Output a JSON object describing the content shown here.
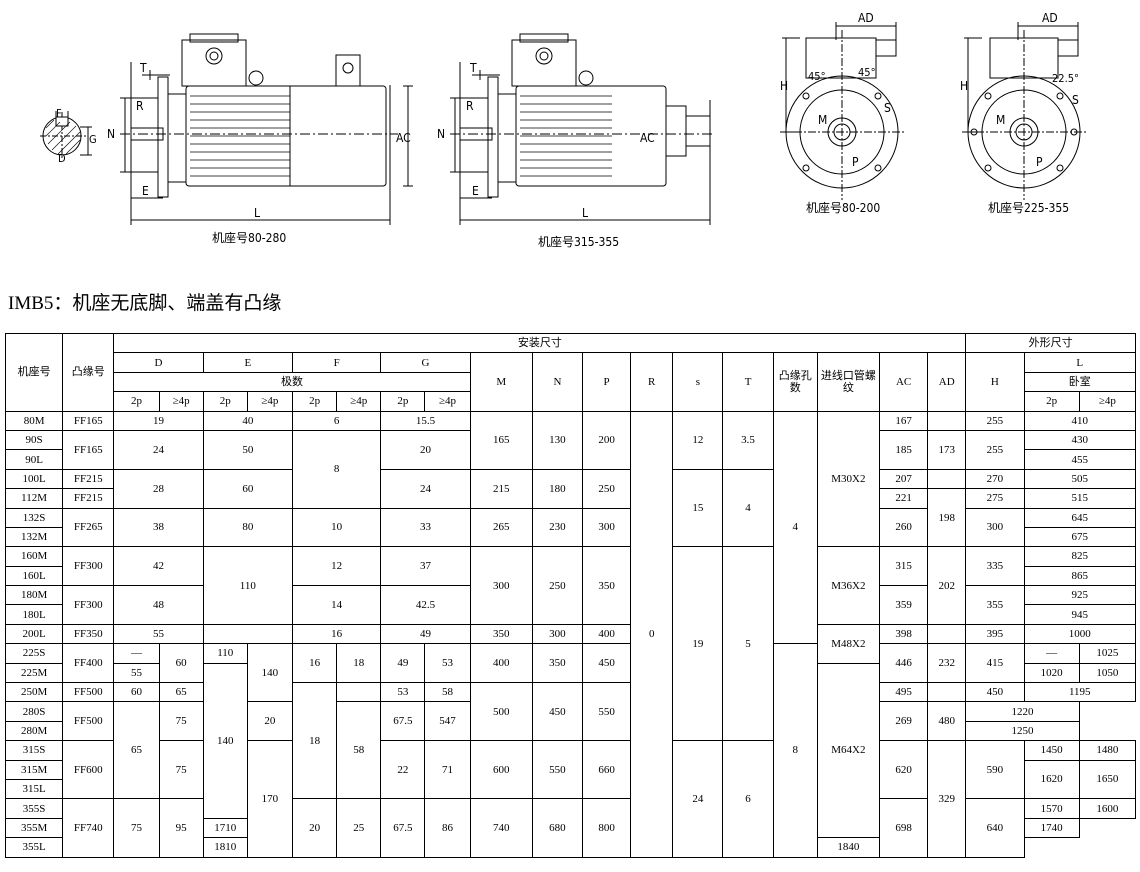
{
  "drawings": {
    "view1": {
      "caption": "机座号80-280",
      "labels": {
        "T": "T",
        "R": "R",
        "N": "N",
        "E": "E",
        "L": "L",
        "AC": "AC"
      }
    },
    "view2": {
      "caption": "机座号315-355",
      "labels": {
        "T": "T",
        "R": "R",
        "N": "N",
        "E": "E",
        "L": "L",
        "AC": "AC"
      }
    },
    "view3": {
      "caption": "机座号80-200",
      "labels": {
        "AD": "AD",
        "H": "H",
        "M": "M",
        "S": "S",
        "P": "P",
        "a1": "45°",
        "a2": "45°"
      }
    },
    "view4": {
      "caption": "机座号225-355",
      "labels": {
        "AD": "AD",
        "H": "H",
        "M": "M",
        "S": "S",
        "P": "P",
        "a1": "22.5°"
      }
    },
    "shaft": {
      "labels": {
        "F": "F",
        "G": "G",
        "D": "D"
      }
    }
  },
  "title": "IMB5：机座无底脚、端盖有凸缘",
  "table": {
    "headers": {
      "frame": "机座号",
      "flange": "凸缘号",
      "install": "安装尺寸",
      "outline": "外形尺寸",
      "D": "D",
      "E": "E",
      "F": "F",
      "G": "G",
      "poles": "极数",
      "M": "M",
      "N": "N",
      "P": "P",
      "R": "R",
      "s": "s",
      "T": "T",
      "holes": "凸缘孔数",
      "thread": "进线口管螺纹",
      "AC": "AC",
      "AD": "AD",
      "H": "H",
      "L": "L",
      "horizontal": "卧室",
      "p2": "2p",
      "p4": "≥4p"
    },
    "frames": [
      "80M",
      "90S",
      "90L",
      "100L",
      "112M",
      "132S",
      "132M",
      "160M",
      "160L",
      "180M",
      "180L",
      "200L",
      "225S",
      "225M",
      "250M",
      "280S",
      "280M",
      "315S",
      "315M",
      "315L",
      "355S",
      "355M",
      "355L"
    ],
    "flanges": [
      "FF165",
      "FF165",
      "FF215",
      "FF215",
      "FF265",
      "FF300",
      "FF300",
      "FF350",
      "FF400",
      "FF500",
      "FF500",
      "FF600",
      "FF740"
    ],
    "D": [
      "19",
      "24",
      "28",
      "38",
      "42",
      "48",
      "55",
      "—",
      "60",
      "55",
      "60",
      "65",
      "65",
      "75",
      "75",
      "95"
    ],
    "E": [
      "40",
      "50",
      "60",
      "80",
      "110",
      "110",
      "140",
      "140",
      "170"
    ],
    "F": [
      "6",
      "8",
      "10",
      "12",
      "14",
      "16",
      "16",
      "18",
      "18",
      "20",
      "22",
      "20",
      "25"
    ],
    "G": [
      "15.5",
      "20",
      "24",
      "33",
      "37",
      "42.5",
      "49",
      "49",
      "53",
      "53",
      "58",
      "67.5",
      "58",
      "71",
      "67.5",
      "86"
    ],
    "M": [
      "165",
      "215",
      "265",
      "300",
      "350",
      "400",
      "500",
      "600",
      "740"
    ],
    "N": [
      "130",
      "180",
      "230",
      "250",
      "300",
      "350",
      "450",
      "550",
      "680"
    ],
    "P": [
      "200",
      "250",
      "300",
      "350",
      "400",
      "450",
      "550",
      "660",
      "800"
    ],
    "R": "0",
    "s": [
      "12",
      "15",
      "19",
      "24"
    ],
    "T": [
      "3.5",
      "4",
      "5",
      "6"
    ],
    "holes": [
      "4",
      "8"
    ],
    "thread": [
      "M30X2",
      "M36X2",
      "M48X2",
      "M64X2"
    ],
    "AC": [
      "167",
      "185",
      "207",
      "221",
      "260",
      "315",
      "359",
      "398",
      "446",
      "495",
      "547",
      "620",
      "698"
    ],
    "AD": [
      "173",
      "198",
      "202",
      "232",
      "269",
      "329"
    ],
    "H": [
      "255",
      "255",
      "270",
      "275",
      "300",
      "335",
      "355",
      "395",
      "415",
      "450",
      "480",
      "590",
      "640"
    ],
    "L": [
      "410",
      "430",
      "455",
      "505",
      "515",
      "645",
      "675",
      "825",
      "865",
      "925",
      "945",
      "1000",
      "—",
      "1025",
      "1020",
      "1050",
      "1195",
      "1220",
      "1250",
      "1450",
      "1480",
      "1620",
      "1650",
      "1570",
      "1600",
      "1710",
      "1740",
      "1810",
      "1840"
    ]
  }
}
